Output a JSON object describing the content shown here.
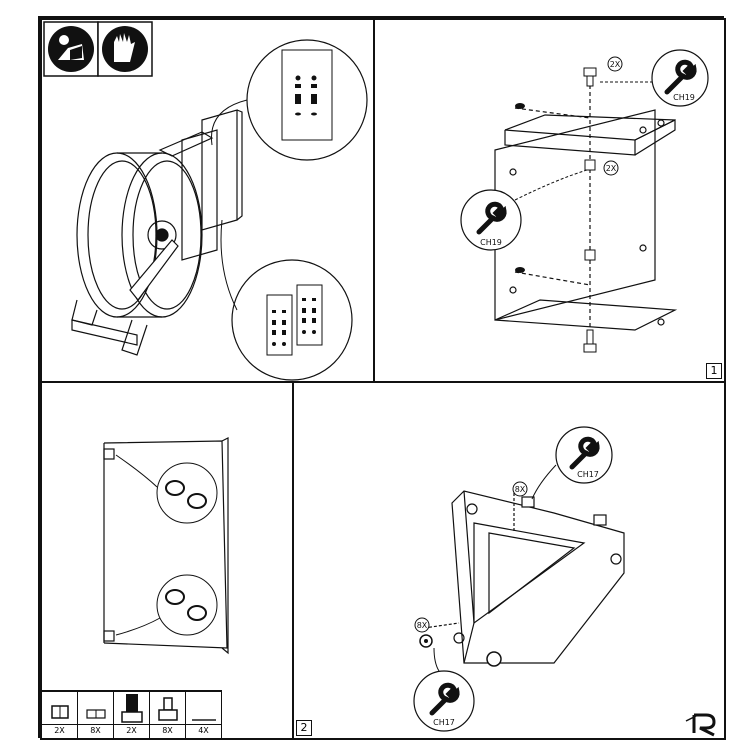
{
  "steps": {
    "step1_number": "1",
    "step2_number": "2"
  },
  "wrench_labels": {
    "ch19": "CH19",
    "ch17": "CH17"
  },
  "quantity_badges": {
    "two_x": "2X",
    "eight_x": "8X"
  },
  "hardware_table": [
    {
      "icon": "nut-icon",
      "qty": "2X"
    },
    {
      "icon": "washer-icon",
      "qty": "8X"
    },
    {
      "icon": "bolt-icon",
      "qty": "2X"
    },
    {
      "icon": "screw-icon",
      "qty": "8X"
    },
    {
      "icon": "spacer-icon",
      "qty": "4X"
    }
  ],
  "safety_icons": [
    "read-manual-icon",
    "wear-gloves-icon"
  ],
  "logo": "R"
}
